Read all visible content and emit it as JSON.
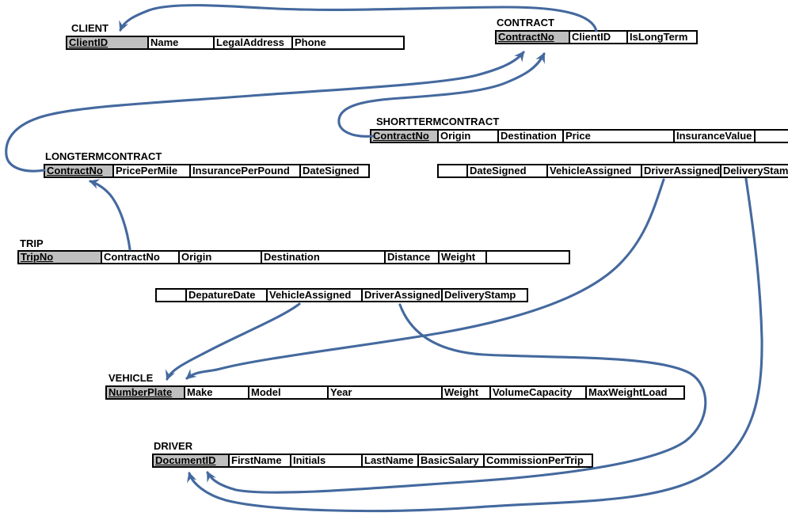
{
  "diagram": {
    "colors": {
      "arrow": "#44699e",
      "primary_key_fill": "#bfbfbf",
      "table_border": "#000000",
      "text": "#000000",
      "background": "#ffffff"
    },
    "tables": {
      "client": {
        "title": "CLIENT",
        "primary_key": "ClientID",
        "columns": [
          "ClientID",
          "Name",
          "LegalAddress",
          "Phone"
        ]
      },
      "contract": {
        "title": "CONTRACT",
        "primary_key": "ContractNo",
        "columns": [
          "ContractNo",
          "ClientID",
          "IsLongTerm"
        ]
      },
      "shortterm_contract": {
        "title": "SHORTTERMCONTRACT",
        "primary_key": "ContractNo",
        "columns": [
          "ContractNo",
          "Origin",
          "Destination",
          "Price",
          "InsuranceValue",
          ""
        ],
        "columns_row2": [
          "",
          "DateSigned",
          "VehicleAssigned",
          "DriverAssigned",
          "DeliveryStamp"
        ]
      },
      "longterm_contract": {
        "title": "LONGTERMCONTRACT",
        "primary_key": "ContractNo",
        "columns": [
          "ContractNo",
          "PricePerMile",
          "InsurancePerPound",
          "DateSigned"
        ]
      },
      "trip": {
        "title": "TRIP",
        "primary_key": "TripNo",
        "columns": [
          "TripNo",
          "ContractNo",
          "Origin",
          "Destination",
          "Distance",
          "Weight",
          ""
        ],
        "columns_row2": [
          "",
          "DepatureDate",
          "VehicleAssigned",
          "DriverAssigned",
          "DeliveryStamp"
        ]
      },
      "vehicle": {
        "title": "VEHICLE",
        "primary_key": "NumberPlate",
        "columns": [
          "NumberPlate",
          "Make",
          "Model",
          "Year",
          "Weight",
          "VolumeCapacity",
          "MaxWeightLoad"
        ]
      },
      "driver": {
        "title": "DRIVER",
        "primary_key": "DocumentID",
        "columns": [
          "DocumentID",
          "FirstName",
          "Initials",
          "LastName",
          "BasicSalary",
          "CommissionPerTrip"
        ]
      }
    },
    "relationships": [
      {
        "from": "CONTRACT.ClientID",
        "to": "CLIENT.ClientID"
      },
      {
        "from": "LONGTERMCONTRACT.ContractNo",
        "to": "CONTRACT.ContractNo"
      },
      {
        "from": "SHORTTERMCONTRACT.ContractNo",
        "to": "CONTRACT.ContractNo"
      },
      {
        "from": "TRIP.ContractNo",
        "to": "LONGTERMCONTRACT.ContractNo"
      },
      {
        "from": "TRIP.VehicleAssigned",
        "to": "VEHICLE.NumberPlate"
      },
      {
        "from": "SHORTTERMCONTRACT.DriverAssigned",
        "to": "VEHICLE.NumberPlate"
      },
      {
        "from": "TRIP.DriverAssigned",
        "to": "DRIVER.DocumentID"
      },
      {
        "from": "SHORTTERMCONTRACT.DeliveryStamp",
        "to": "DRIVER.DocumentID"
      }
    ]
  }
}
